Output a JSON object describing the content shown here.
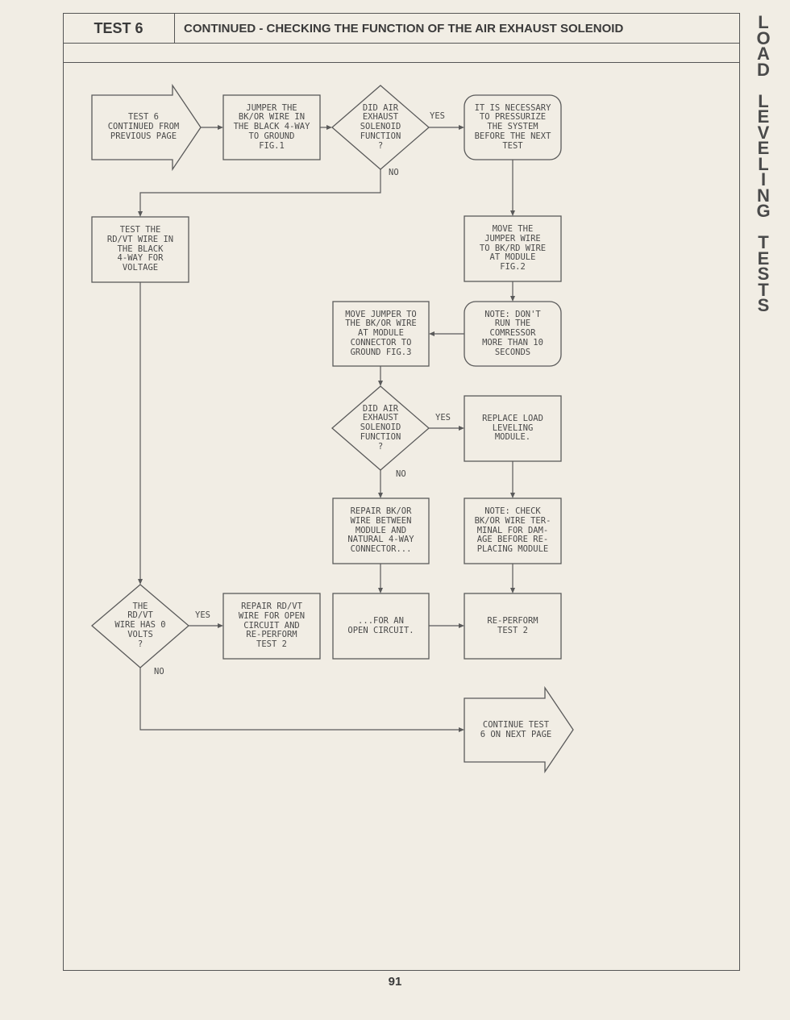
{
  "header": {
    "test_label": "TEST 6",
    "title": "CONTINUED - CHECKING THE FUNCTION OF THE AIR EXHAUST SOLENOID"
  },
  "side_tab": {
    "words": [
      [
        "L",
        "O",
        "A",
        "D"
      ],
      [
        "L",
        "E",
        "V",
        "E",
        "L",
        "I",
        "N",
        "G"
      ],
      [
        "T",
        "E",
        "S",
        "T",
        "S"
      ]
    ]
  },
  "flow": {
    "start": "TEST 6\nCONTINUED FROM\nPREVIOUS PAGE",
    "jumper_bkor": "JUMPER THE\nBK/OR WIRE IN\nTHE BLACK 4-WAY\nTO GROUND\nFIG.1",
    "decision1": "DID AIR\nEXHAUST\nSOLENOID\nFUNCTION\n?",
    "pressurize": "IT IS NECESSARY\nTO PRESSURIZE\nTHE SYSTEM\nBEFORE THE NEXT\nTEST",
    "test_rdvt": "TEST THE\nRD/VT WIRE IN\nTHE BLACK\n4-WAY FOR\nVOLTAGE",
    "move_jumper_bkrd": "MOVE THE\nJUMPER WIRE\nTO BK/RD WIRE\nAT MODULE\nFIG.2",
    "note_compressor": "NOTE: DON'T\nRUN THE\nCOMRESSOR\nMORE THAN 10\nSECONDS",
    "move_jumper_bkor": "MOVE JUMPER TO\nTHE BK/OR WIRE\nAT MODULE\nCONNECTOR TO\nGROUND FIG.3",
    "decision2": "DID AIR\nEXHAUST\nSOLENOID\nFUNCTION\n?",
    "replace_module": "REPLACE LOAD\nLEVELING\nMODULE.",
    "repair_bkor": "REPAIR BK/OR\nWIRE BETWEEN\nMODULE AND\nNATURAL 4-WAY\nCONNECTOR...",
    "note_check": "NOTE: CHECK\nBK/OR WIRE TER-\nMINAL FOR DAM-\nAGE BEFORE RE-\nPLACING MODULE",
    "decision3": "THE\nRD/VT\nWIRE HAS 0\nVOLTS\n?",
    "repair_rdvt": "REPAIR RD/VT\nWIRE FOR OPEN\nCIRCUIT AND\nRE-PERFORM\nTEST 2",
    "open_circuit": "...FOR AN\nOPEN CIRCUIT.",
    "reperform": "RE-PERFORM\nTEST 2",
    "continue": "CONTINUE TEST\n6 ON NEXT PAGE",
    "yes": "YES",
    "no": "NO"
  },
  "page_number": "91"
}
